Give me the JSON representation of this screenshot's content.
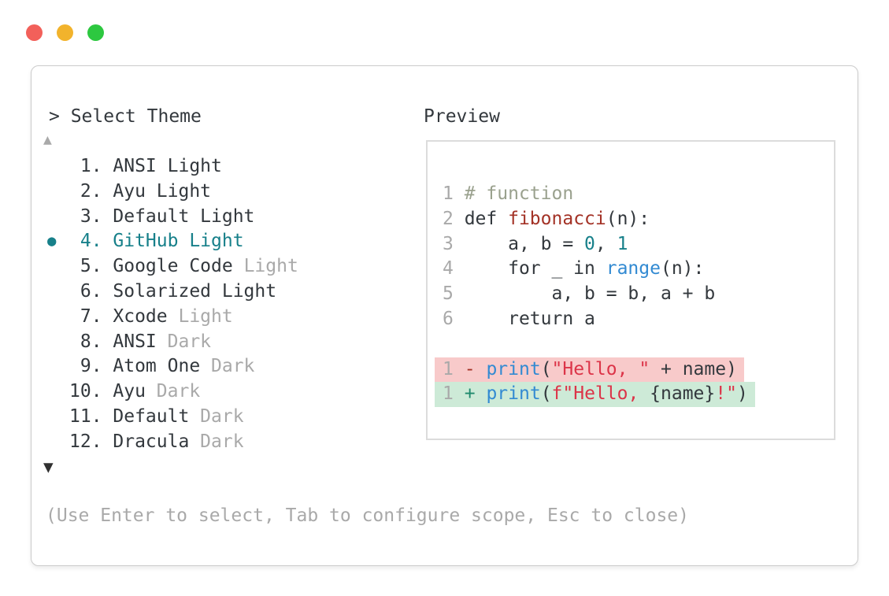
{
  "colors": {
    "fg": "#33383d",
    "muted": "#a9a9a9",
    "accent": "#17808a",
    "comment": "#9aa18e",
    "funcRed": "#a33226",
    "blue": "#328ad2",
    "numTeal": "#17808a",
    "strRed": "#dc3448",
    "minus": "#a33226",
    "plus": "#1f8a6d",
    "removedBg": "#f8caca",
    "addedBg": "#cdead7",
    "windowBorder": "#cbcbcb",
    "previewBorder": "#dcdcdc",
    "trafficRed": "#f2605a",
    "trafficYellow": "#f2b32c",
    "trafficGreen": "#2dc840",
    "downArrow": "#303030"
  },
  "theme_picker": {
    "title": "> Select Theme",
    "up_indicator": "▲",
    "down_indicator": "▼",
    "bullet_icon": "●",
    "footer_hint": "(Use Enter to select, Tab to configure scope, Esc to close)",
    "items": [
      {
        "num": " 1. ",
        "name": "ANSI Light",
        "suffix": "",
        "selected": false
      },
      {
        "num": " 2. ",
        "name": "Ayu Light",
        "suffix": "",
        "selected": false
      },
      {
        "num": " 3. ",
        "name": "Default Light",
        "suffix": "",
        "selected": false
      },
      {
        "num": " 4. ",
        "name": "GitHub Light",
        "suffix": "",
        "selected": true
      },
      {
        "num": " 5. ",
        "name": "Google Code",
        "suffix": " Light",
        "selected": false
      },
      {
        "num": " 6. ",
        "name": "Solarized Light",
        "suffix": "",
        "selected": false
      },
      {
        "num": " 7. ",
        "name": "Xcode",
        "suffix": " Light",
        "selected": false
      },
      {
        "num": " 8. ",
        "name": "ANSI",
        "suffix": " Dark",
        "selected": false
      },
      {
        "num": " 9. ",
        "name": "Atom One",
        "suffix": " Dark",
        "selected": false
      },
      {
        "num": "10. ",
        "name": "Ayu",
        "suffix": " Dark",
        "selected": false
      },
      {
        "num": "11. ",
        "name": "Default",
        "suffix": " Dark",
        "selected": false
      },
      {
        "num": "12. ",
        "name": "Dracula",
        "suffix": " Dark",
        "selected": false
      }
    ]
  },
  "preview": {
    "title": "Preview",
    "code_lines": [
      {
        "diff": null,
        "segments": [
          [
            "1",
            "ln"
          ],
          [
            " ",
            "fg"
          ],
          [
            "# function",
            "comment"
          ]
        ]
      },
      {
        "diff": null,
        "segments": [
          [
            "2",
            "ln"
          ],
          [
            " def ",
            "fg"
          ],
          [
            "fibonacci",
            "func"
          ],
          [
            "(n):",
            "fg"
          ]
        ]
      },
      {
        "diff": null,
        "segments": [
          [
            "3",
            "ln"
          ],
          [
            "     a, b = ",
            "fg"
          ],
          [
            "0",
            "num"
          ],
          [
            ", ",
            "fg"
          ],
          [
            "1",
            "num"
          ]
        ]
      },
      {
        "diff": null,
        "segments": [
          [
            "4",
            "ln"
          ],
          [
            "     for _ in ",
            "fg"
          ],
          [
            "range",
            "blue"
          ],
          [
            "(n):",
            "fg"
          ]
        ]
      },
      {
        "diff": null,
        "segments": [
          [
            "5",
            "ln"
          ],
          [
            "         a, b = b, a + b",
            "fg"
          ]
        ]
      },
      {
        "diff": null,
        "segments": [
          [
            "6",
            "ln"
          ],
          [
            "     return a",
            "fg"
          ]
        ]
      },
      {
        "diff": null,
        "segments": []
      },
      {
        "diff": "removed",
        "segments": [
          [
            "1",
            "ln"
          ],
          [
            " ",
            "fg"
          ],
          [
            "-",
            "minus"
          ],
          [
            " ",
            "fg"
          ],
          [
            "print",
            "blue"
          ],
          [
            "(",
            "fg"
          ],
          [
            "\"Hello, \"",
            "str"
          ],
          [
            " + name)",
            "fg"
          ]
        ]
      },
      {
        "diff": "added",
        "segments": [
          [
            "1",
            "ln"
          ],
          [
            " ",
            "fg"
          ],
          [
            "+",
            "plus"
          ],
          [
            " ",
            "fg"
          ],
          [
            "print",
            "blue"
          ],
          [
            "(",
            "fg"
          ],
          [
            "f\"Hello, ",
            "str"
          ],
          [
            "{name}",
            "fg"
          ],
          [
            "!\"",
            "str"
          ],
          [
            ")",
            "fg"
          ]
        ]
      }
    ]
  }
}
